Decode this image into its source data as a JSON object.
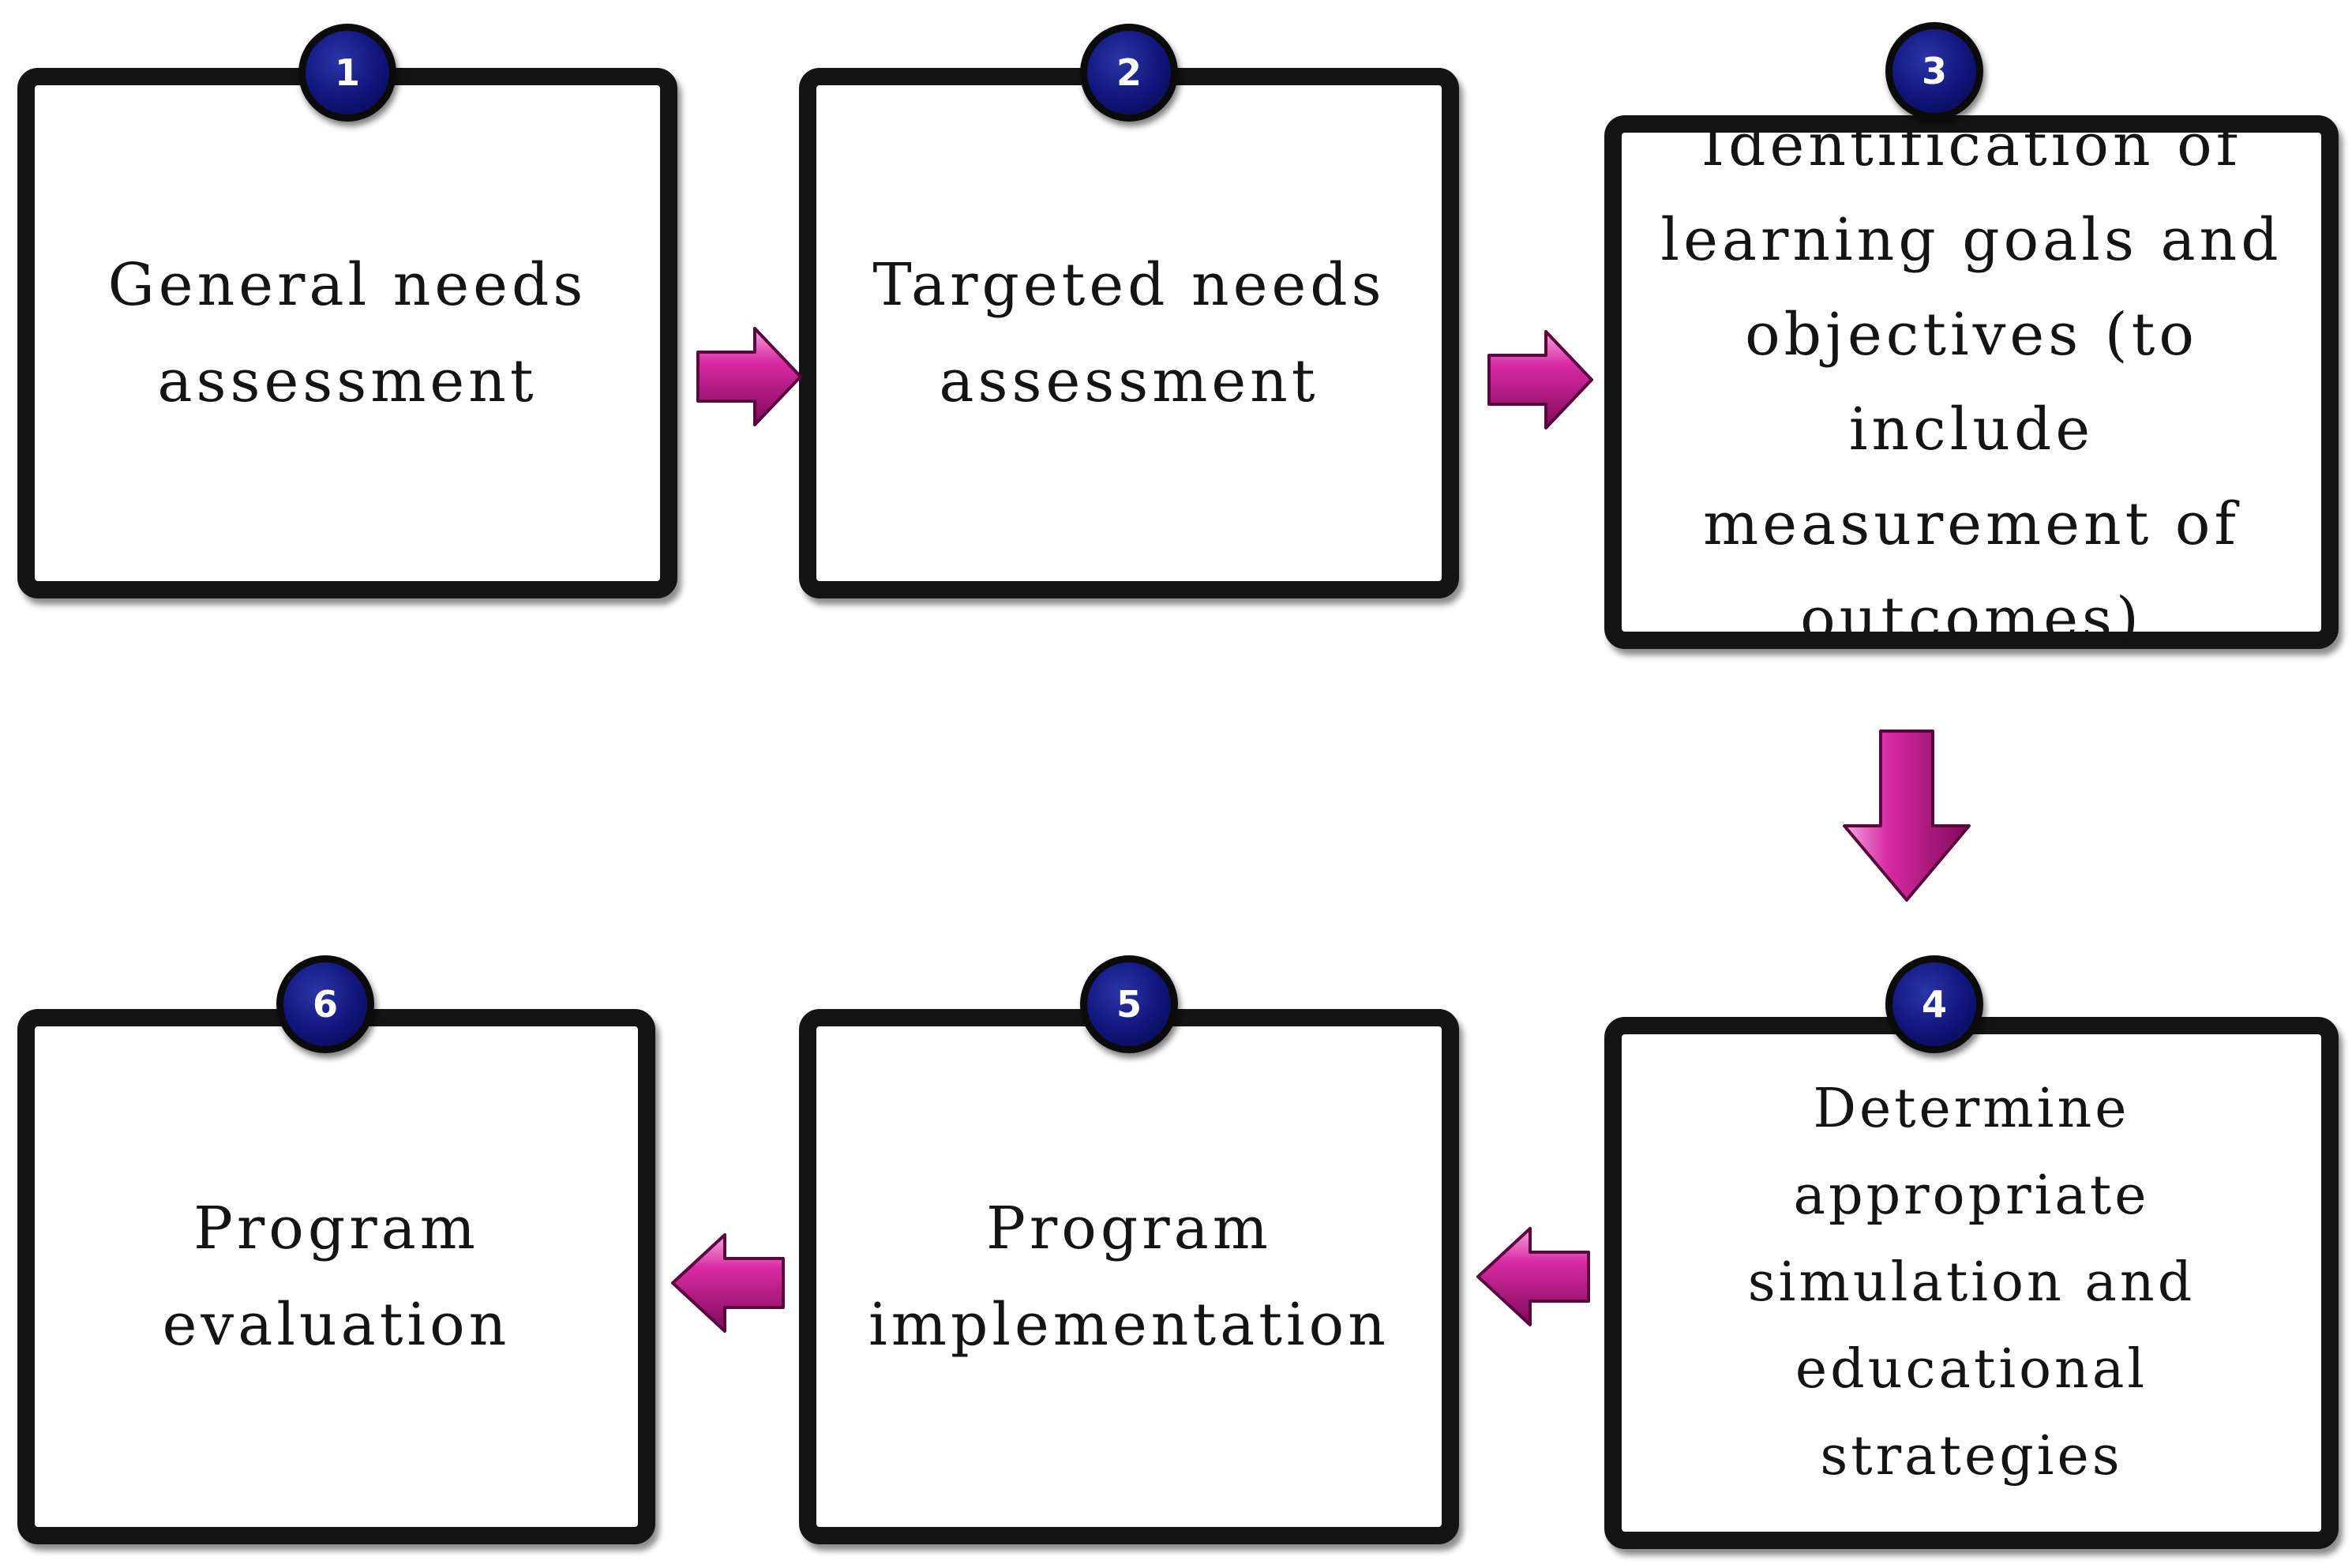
{
  "steps": [
    {
      "number": "1",
      "text": "General needs assessment"
    },
    {
      "number": "2",
      "text": "Targeted needs assessment"
    },
    {
      "number": "3",
      "text": "Identification of learning goals and objectives (to include measurement of outcomes)"
    },
    {
      "number": "4",
      "text": "Determine appropriate simulation and educational strategies"
    },
    {
      "number": "5",
      "text": "Program implementation"
    },
    {
      "number": "6",
      "text": "Program evaluation"
    }
  ],
  "colors": {
    "arrow": "#b5127f",
    "arrow_highlight": "#f07ad0",
    "badge": "#10157a",
    "border": "#141414"
  }
}
